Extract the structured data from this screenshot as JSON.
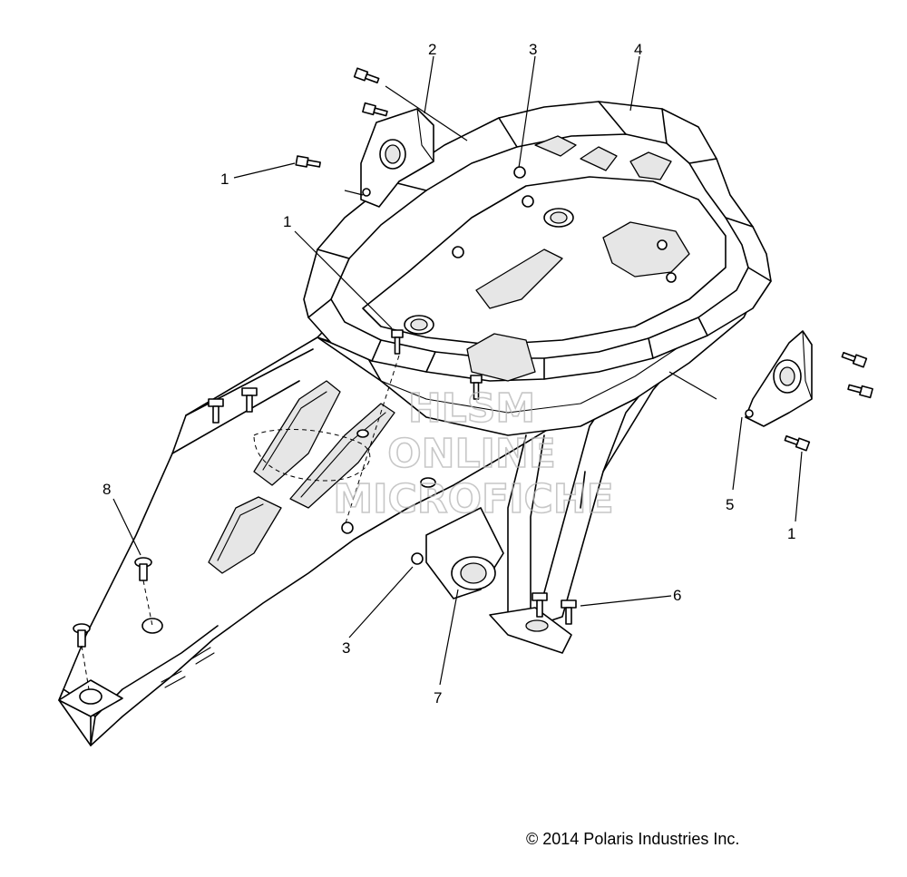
{
  "callouts": [
    {
      "id": "c2",
      "label": "2"
    },
    {
      "id": "c3a",
      "label": "3"
    },
    {
      "id": "c4",
      "label": "4"
    },
    {
      "id": "c1a",
      "label": "1"
    },
    {
      "id": "c1b",
      "label": "1"
    },
    {
      "id": "c8",
      "label": "8"
    },
    {
      "id": "c5",
      "label": "5"
    },
    {
      "id": "c1c",
      "label": "1"
    },
    {
      "id": "c6",
      "label": "6"
    },
    {
      "id": "c3b",
      "label": "3"
    },
    {
      "id": "c7",
      "label": "7"
    }
  ],
  "watermark": {
    "line1": "HLSM",
    "line2": "ONLINE",
    "line3": "MICROFICHE"
  },
  "copyright": "© 2014 Polaris Industries Inc."
}
